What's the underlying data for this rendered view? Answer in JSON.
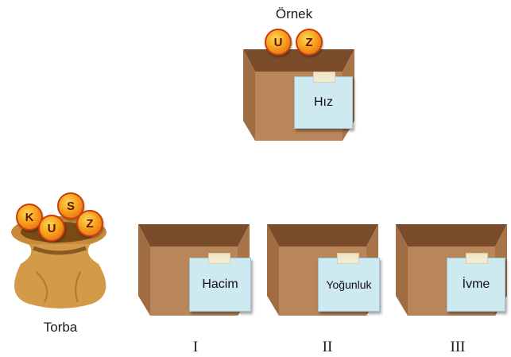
{
  "example": {
    "caption": "Örnek",
    "balls": [
      "U",
      "Z"
    ],
    "note": "Hız"
  },
  "bag": {
    "caption": "Torba",
    "balls": [
      "K",
      "U",
      "S",
      "Z"
    ]
  },
  "boxes": [
    {
      "note": "Hacim",
      "label": "I"
    },
    {
      "note": "Yoğunluk",
      "label": "II"
    },
    {
      "note": "İvme",
      "label": "III"
    }
  ],
  "colors": {
    "box_front": "#b9855a",
    "box_inner": "#8a5a35",
    "note": "#cfe9f0",
    "ball": "#f6a21c"
  }
}
